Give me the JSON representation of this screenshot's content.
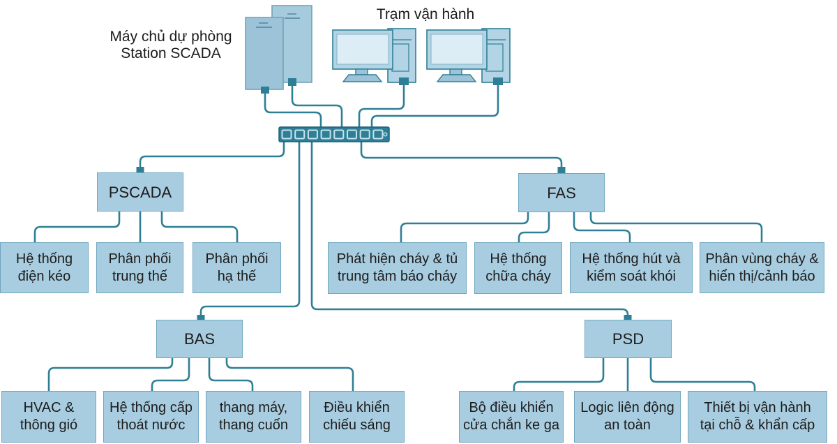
{
  "header": {
    "backup_server_label": "Máy chủ dự phòng\nStation SCADA",
    "operator_station_label": "Trạm vận hành"
  },
  "branches": [
    {
      "label": "PSCADA",
      "children": [
        "Hệ thống\nđiện kéo",
        "Phân phối\ntrung thế",
        "Phân phối\nhạ thế"
      ]
    },
    {
      "label": "FAS",
      "children": [
        "Phát hiện cháy & tủ\ntrung tâm báo cháy",
        "Hệ thống\nchữa cháy",
        "Hệ thống hút và\nkiểm soát khói",
        "Phân vùng cháy &\nhiển thị/cảnh báo"
      ]
    },
    {
      "label": "BAS",
      "children": [
        "HVAC &\nthông gió",
        "Hệ thống cấp\nthoát nước",
        "thang máy,\nthang cuốn",
        "Điều khiển\nchiếu sáng"
      ]
    },
    {
      "label": "PSD",
      "children": [
        "Bộ điều khiển\ncửa chắn ke ga",
        "Logic liên động\nan toàn",
        "Thiết bị vận hành\ntại chỗ & khẩn cấp"
      ]
    }
  ],
  "colors": {
    "wire": "#2e7f96",
    "switch_fill": "#2e7f96",
    "switch_border": "#1c6279",
    "port_stroke": "#c8e3ee",
    "box_fill": "#a9cde0",
    "box_border": "#6fa7c0",
    "text": "#1c1c1c",
    "device_fill": "#b3d4e4",
    "device_fill_dark": "#9cc3d7",
    "server_fill": "#a6cbdd",
    "device_stroke": "#2e7f96",
    "server_stroke": "#6fa3ba",
    "screen_fill": "#dcedf5"
  }
}
